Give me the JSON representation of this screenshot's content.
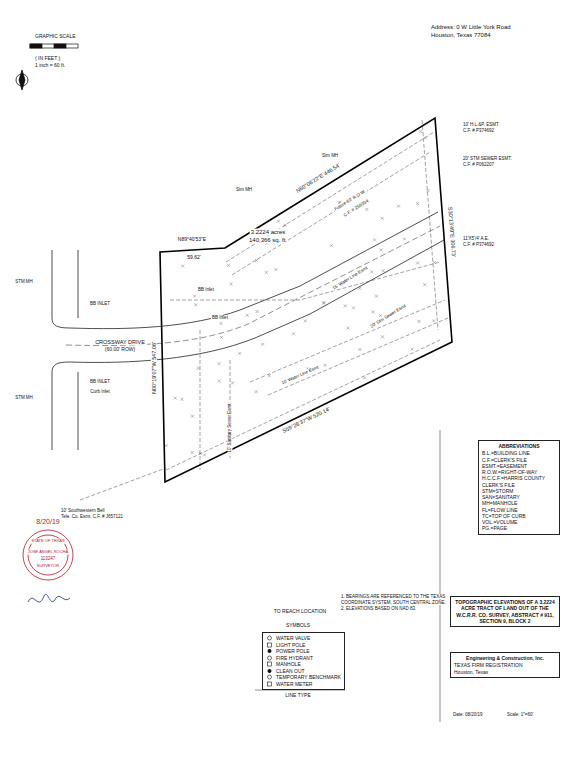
{
  "diagram": {
    "title": "TOPOGRAPHIC ELEVATIONS OF A 3.2224 ACRE TRACT OF LAND OUT OF THE W.C.R.R. CO. SURVEY, ABSTRACT # 911, SECTION 9, BLOCK 2",
    "nodes": [
      {
        "text": [
          "ABBREVIATIONS",
          "B.L.=BUILDING LINE",
          "C.F.=CLERK'S FILE",
          "ESMT.=EASEMENT",
          "R.O.W.=RIGHT-OF-WAY",
          "H.C.C.F.=HARRIS COUNTY CLERK'S FILE",
          "STM=STORM",
          "SAN=SANITARY",
          "MH=MANHOLE",
          "FL=FLOW LINE",
          "TC=TOP OF CURB",
          "VOL.=VOLUME",
          "PG.=PAGE"
        ]
      },
      {
        "text": [
          "Engineering & Construction, Inc.",
          "TEXAS FIRM REGISTRATION",
          "Houston, Texas"
        ]
      }
    ],
    "labels": [
      "GRAPHIC SCALE",
      "( IN FEET )",
      "1 inch = 60 ft.",
      "Address: 0 W Little York Road",
      "Houston, Texas 77084",
      "N60°06'22\"E 446.54'",
      "N89°40'53\"E",
      "59.62'",
      "S30°13'49\"E 306.73'",
      "N00°19'07\"W 547.06'",
      "S59°26'37\"W 520.14'",
      "3.2224 acres",
      "140,366 sq. ft.",
      "CROSSWAY DRIVE",
      "(60.00' ROW)",
      "10' H.L.&P. ESMT.",
      "C.F. # P374692",
      "20' STM SEWER ESMT.",
      "C.F. # P062207",
      "11'X5'/4' A.E.",
      "C.F. # P374692",
      "Future 60' R.O.W.",
      "C.F. # Z56034",
      "15' Water Line Esmt",
      "20' Stm Sewer Esmt",
      "10' Water Line Esmt",
      "10' Sanitary Sewer Esmt",
      "10' Southwestern Bell",
      "Tele. Co. Esmt. C.F. # J657121",
      "Stm MH",
      "Stm MH",
      "BB Inlet",
      "BB Inlet",
      "Curb Inlet",
      "STM MH",
      "STM MH",
      "BB INLET",
      "BB INLET",
      "8/20/19",
      "STATE OF TEXAS",
      "JOSE ANGEL ROCHA",
      "113247",
      "SURVEYOR",
      "TO REACH LOCATION",
      "1. BEARINGS ARE REFERENCED TO THE TEXAS",
      "COORDINATE SYSTEM, SOUTH CENTRAL ZONE.",
      "2. ELEVATIONS BASED ON NAD 83.",
      "SYMBOLS",
      "LINE TYPE",
      "Date: 08/20/19",
      "Scale: 1\"=60'"
    ],
    "legend": [
      {
        "text": "WATER VALVE"
      },
      {
        "text": "LIGHT POLE"
      },
      {
        "text": "POWER POLE"
      },
      {
        "text": "FIRE HYDRANT"
      },
      {
        "text": "MANHOLE"
      },
      {
        "text": "CLEAN OUT"
      },
      {
        "text": "TEMPORARY BENCHMARK"
      },
      {
        "text": "WATER METER"
      }
    ]
  }
}
